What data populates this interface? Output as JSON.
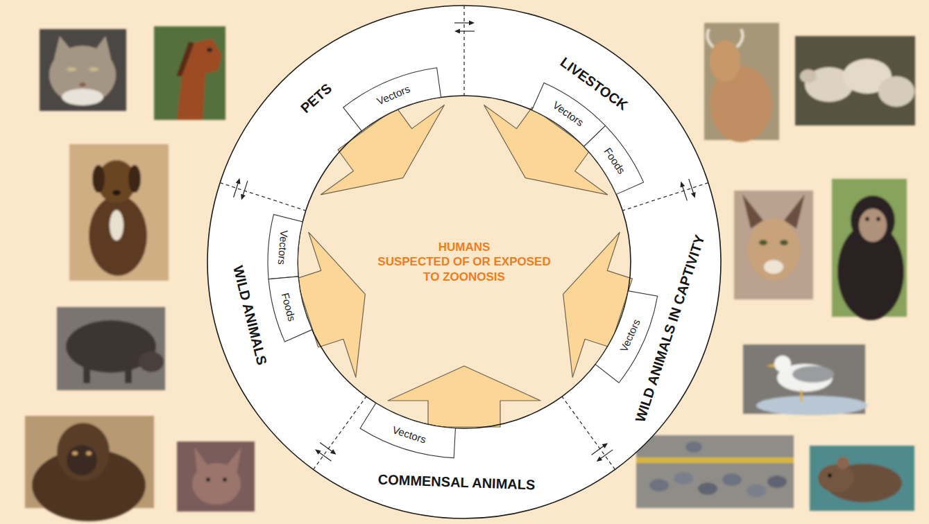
{
  "diagram": {
    "nodes": [
      {
        "text": [
          "HUMANS",
          "SUSPECTED OF OR EXPOSED TO ZOONOSIS"
        ]
      },
      {
        "text": [
          "PETS"
        ]
      },
      {
        "text": [
          "Vectors"
        ],
        "in": 1
      },
      {
        "text": [
          "LIVESTOCK"
        ]
      },
      {
        "text": [
          "Vectors"
        ],
        "in": 3
      },
      {
        "text": [
          "Foods"
        ],
        "in": 3
      },
      {
        "text": [
          "WILD ANIMALS IN CAPTIVITY"
        ]
      },
      {
        "text": [
          "Vectors"
        ],
        "in": 6
      },
      {
        "text": [
          "COMMENSAL ANIMALS"
        ]
      },
      {
        "text": [
          "Vectors"
        ],
        "in": 8
      },
      {
        "text": [
          "WILD ANIMALS"
        ]
      },
      {
        "text": [
          "Vectors"
        ],
        "in": 10
      },
      {
        "text": [
          "Foods"
        ],
        "in": 10
      }
    ],
    "edges": [
      {
        "from": 1,
        "to": 0,
        "arrow": "to"
      },
      {
        "from": 3,
        "to": 0,
        "arrow": "to"
      },
      {
        "from": 6,
        "to": 0,
        "arrow": "to"
      },
      {
        "from": 8,
        "to": 0,
        "arrow": "to"
      },
      {
        "from": 10,
        "to": 0,
        "arrow": "to"
      }
    ]
  }
}
